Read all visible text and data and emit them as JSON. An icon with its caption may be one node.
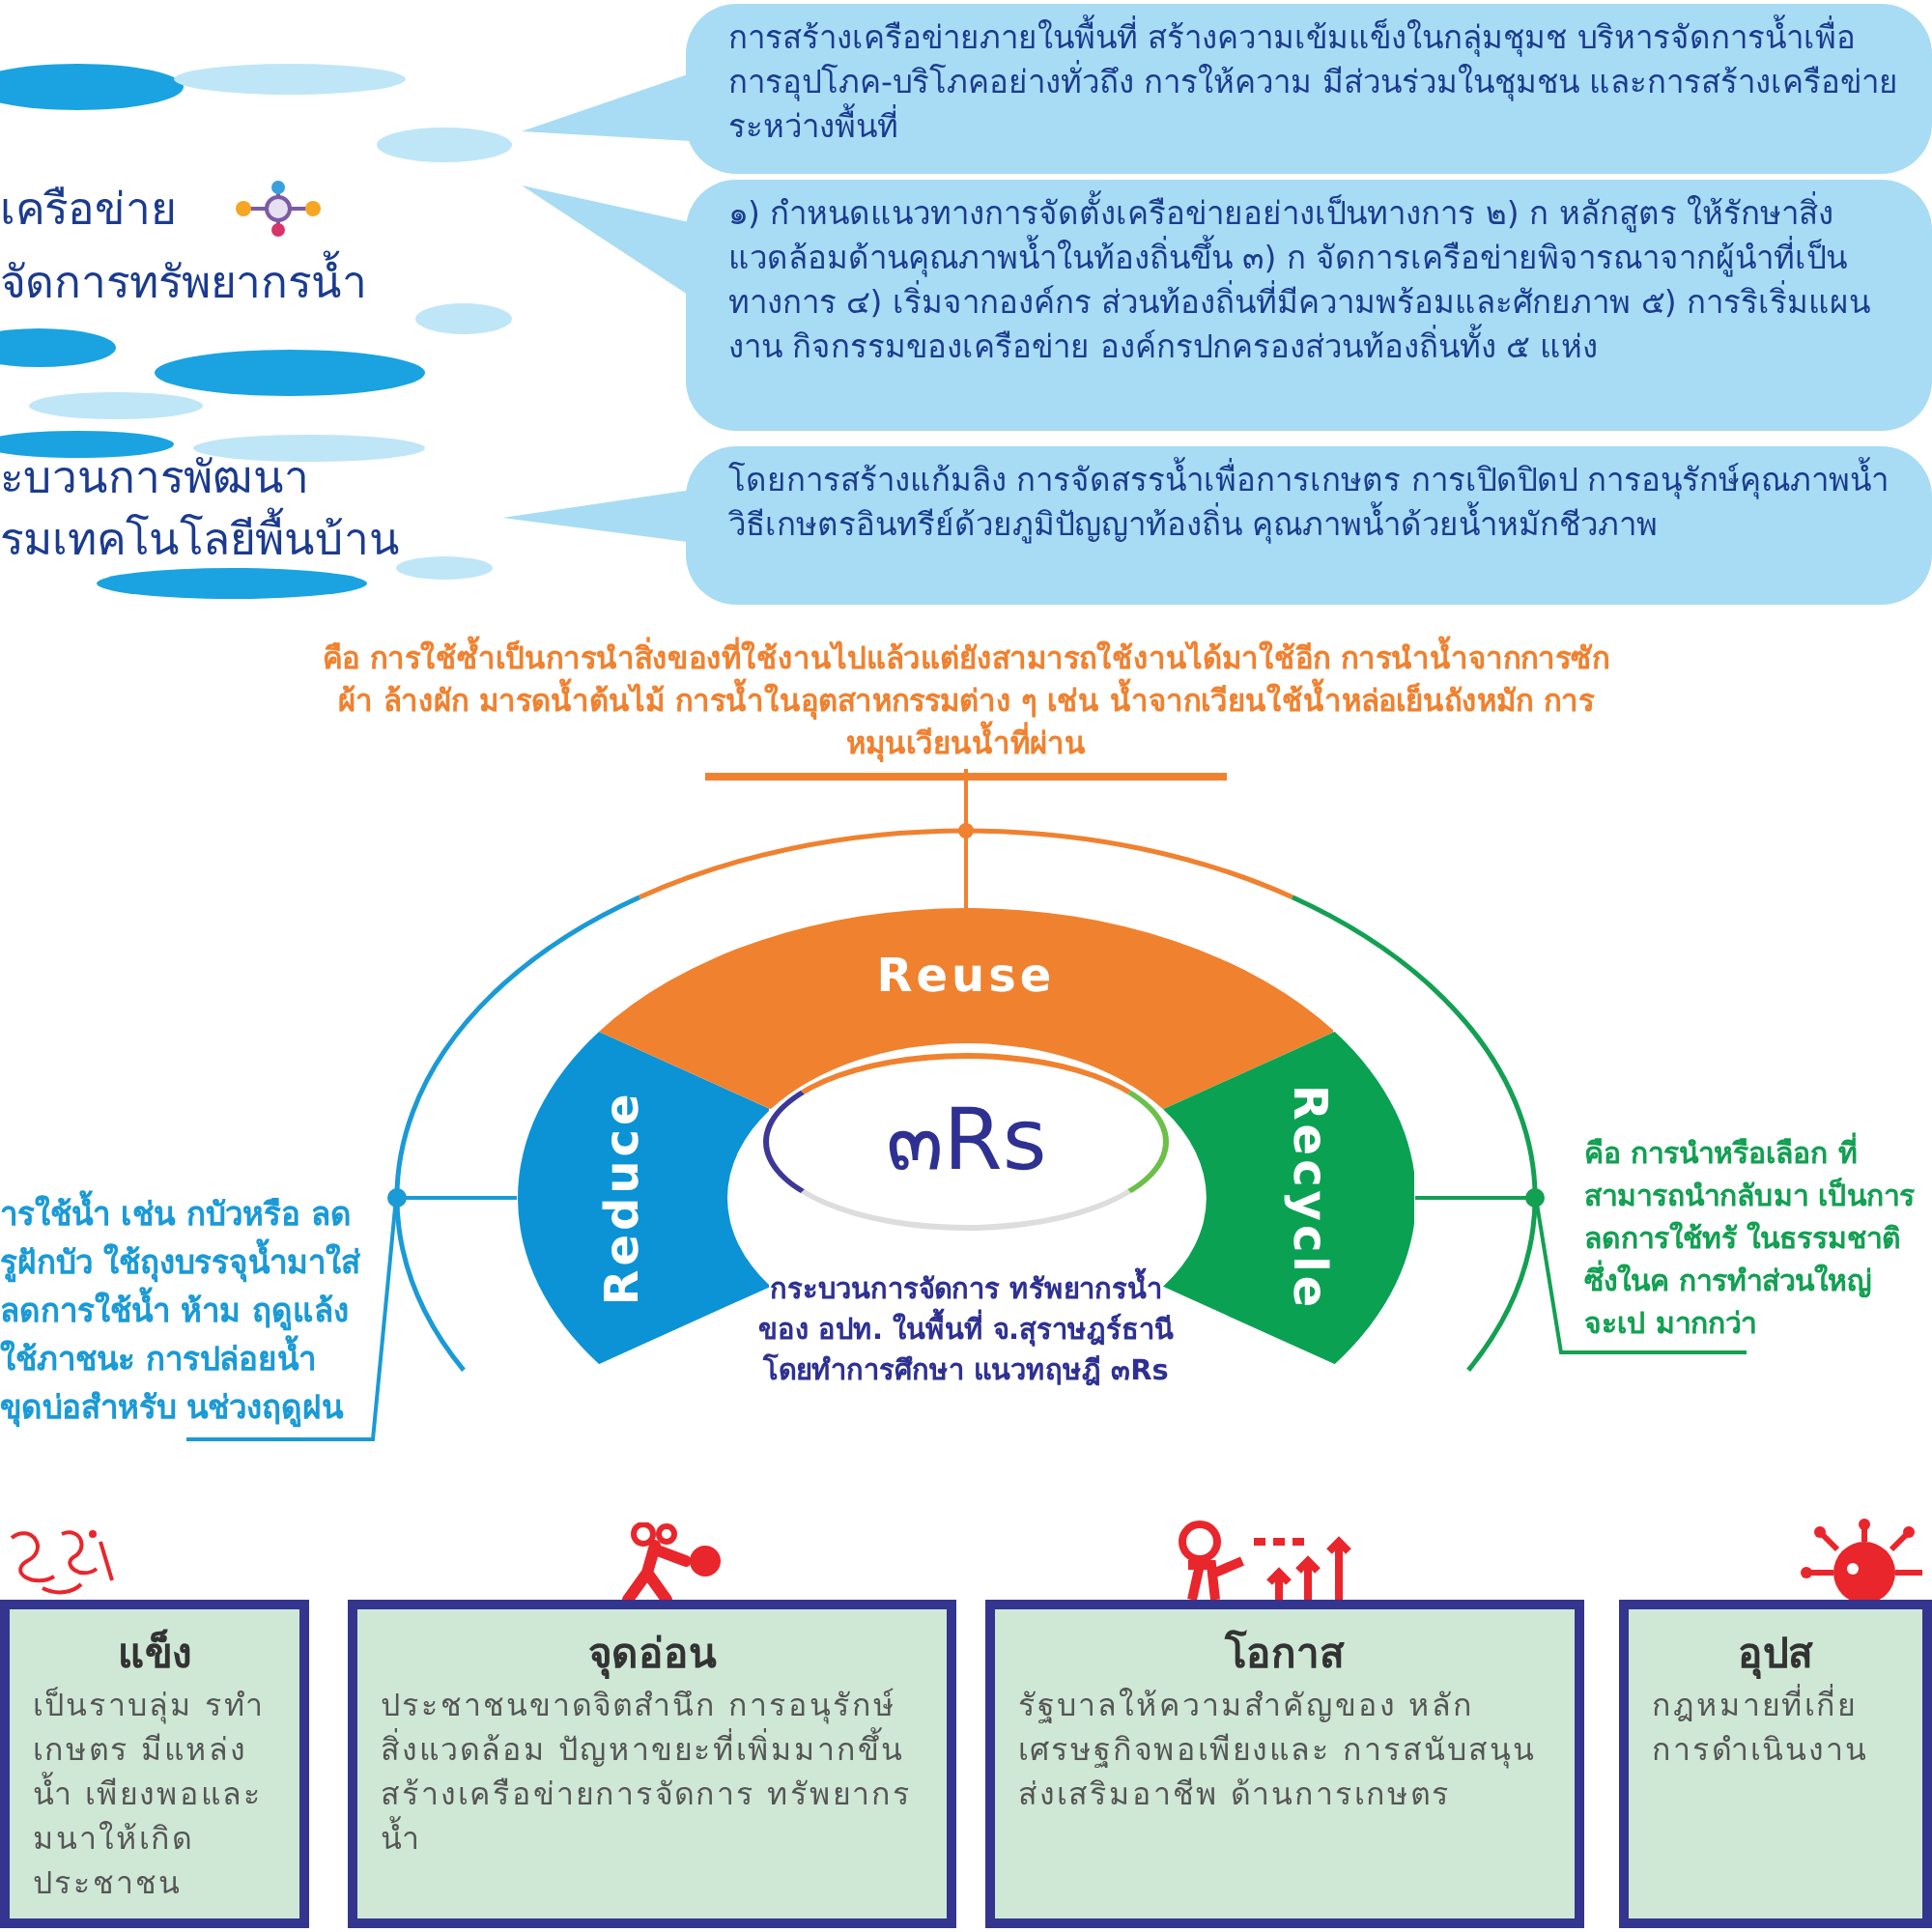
{
  "diagram": {
    "nodes": [
      {
        "text": [
          "เครือข่าย",
          "จัดการทรัพยากรน้ำ"
        ]
      },
      {
        "text": [
          "การสร้างเครือข่ายภายในพื้นที่ สร้างความเข้มแข็งในกลุ่มชุมช บริหารจัดการน้ำเพื่อการอุปโภค-บริโภคอย่างทั่วถึง การให้ความ มีส่วนร่วมในชุมชน และการสร้างเครือข่ายระหว่างพื้นที่"
        ]
      },
      {
        "text": [
          "๑) กำหนดแนวทางการจัดตั้งเครือข่ายอย่างเป็นทางการ ๒) ก หลักสูตร ให้รักษาสิ่งแวดล้อมด้านคุณภาพน้ำในท้องถิ่นขึ้น ๓) ก จัดการเครือข่ายพิจารณาจากผู้นำที่เป็นทางการ ๔) เริ่มจากองค์กร ส่วนท้องถิ่นที่มีความพร้อมและศักยภาพ ๕) การริเริ่มแผนงาน กิจกรรมของเครือข่าย องค์กรปกครองส่วนท้องถิ่นทั้ง ๕ แห่ง"
        ]
      },
      {
        "text": [
          "ะบวนการพัฒนา",
          "รมเทคโนโลยีพื้นบ้าน"
        ]
      },
      {
        "text": [
          "โดยการสร้างแก้มลิง การจัดสรรน้ำเพื่อการเกษตร การเปิดปิดป การอนุรักษ์คุณภาพน้ำ วิธีเกษตรอินทรีย์ด้วยภูมิปัญญาท้องถิ่น คุณภาพน้ำด้วยน้ำหมักชีวภาพ"
        ]
      },
      {
        "text": [
          "คือ การใช้ซ้ำเป็นการนำสิ่งของที่ใช้งานไปแล้วแต่ยังสามารถใช้งานได้มาใช้อีก การนำน้ำจากการซักผ้า ล้างผัก มารดน้ำต้นไม้ การน้ำในอุตสาหกรรมต่าง ๆ เช่น น้ำจากเวียนใช้น้ำหล่อเย็นถังหมัก การหมุนเวียนน้ำที่ผ่าน"
        ]
      },
      {
        "text": [
          "ารใช้น้ำ เช่น กบัวหรือ ลดรูฝักบัว ใช้ถุงบรรจุน้ำมาใส่ ลดการใช้น้ำ ห้าม ฤดูแล้ง ใช้ภาชนะ การปล่อยน้ำ ขุดบ่อสำหรับ นช่วงฤดูฝน"
        ]
      },
      {
        "text": [
          "Reduce"
        ]
      },
      {
        "text": [
          "Reuse"
        ]
      },
      {
        "text": [
          "Recycle"
        ]
      },
      {
        "text": [
          "๓Rs"
        ]
      },
      {
        "text": [
          "คือ การนำหรือเลือก ที่สามารถนำกลับมา เป็นการลดการใช้ทรั ในธรรมชาติ ซึ่งในค การทำส่วนใหญ่จะเป มากกว่า"
        ]
      },
      {
        "text": [
          "แข็ง",
          "เป็นราบลุ่ม รทำเกษตร มีแหล่งน้ำ เพียงพอและ มนาให้เกิด ประชาชน"
        ]
      },
      {
        "text": [
          "จุดอ่อน",
          "ประชาชนขาดจิตสำนึก การอนุรักษ์สิ่งแวดล้อม ปัญหาขยะที่เพิ่มมากขึ้น สร้างเครือข่ายการจัดการ ทรัพยากรน้ำ"
        ]
      },
      {
        "text": [
          "โอกาส",
          "รัฐบาลให้ความสำคัญของ หลักเศรษฐกิจพอเพียงและ การสนับสนุนส่งเสริมอาชีพ ด้านการเกษตร"
        ]
      },
      {
        "text": [
          "อุปส",
          "กฎหมายที่เกี่ย การดำเนินงาน"
        ]
      }
    ],
    "edges": [
      {
        "from": 5,
        "to": 8,
        "arrow": "none",
        "color": "#f0812f"
      },
      {
        "from": 6,
        "to": 7,
        "arrow": "none",
        "color": "#1a9ad6"
      },
      {
        "from": 11,
        "to": 9,
        "arrow": "none",
        "color": "#12a052"
      }
    ],
    "labels": [
      "กระบวนการจัดการ ทรัพยากรน้ำของ อปท. ในพื้นที่ จ.สุราษฎร์ธานี โดยทำการศึกษา แนวทฤษฎี ๓Rs"
    ]
  }
}
